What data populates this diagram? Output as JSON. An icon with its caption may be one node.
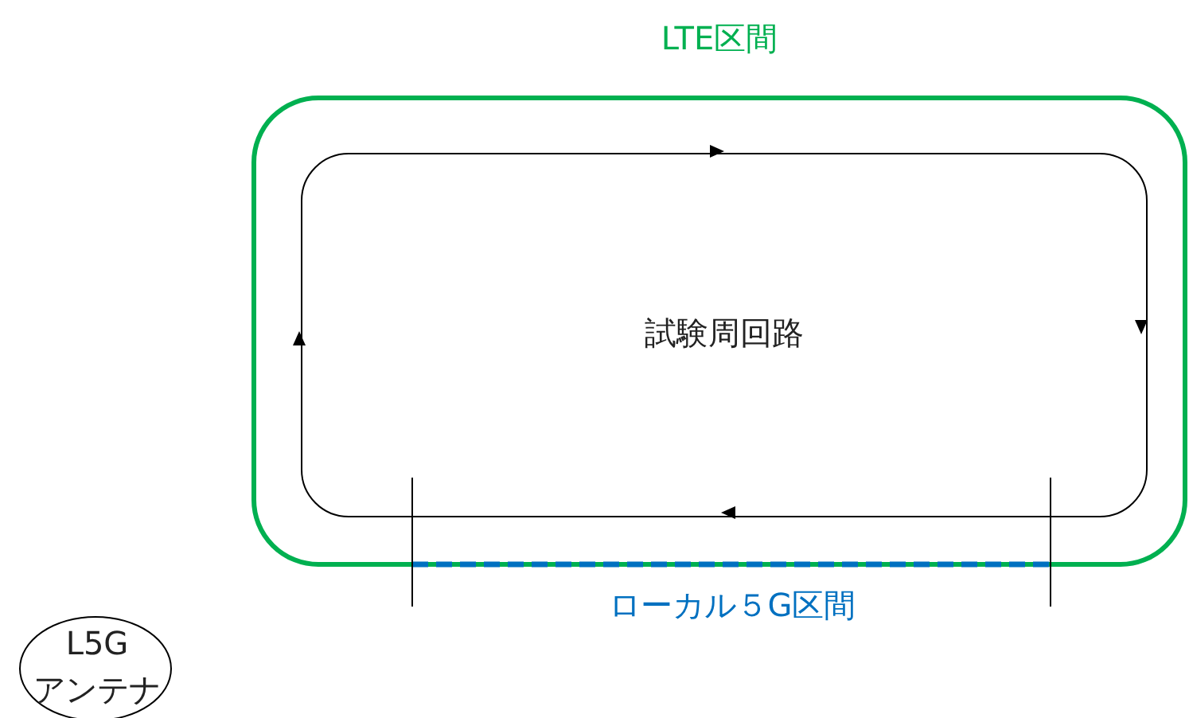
{
  "diagram": {
    "nodes": [
      {
        "text": [
          "LTE区間"
        ]
      },
      {
        "text": [
          "試験周回路"
        ],
        "in": 0
      },
      {
        "text": [
          "L5G アンテナ"
        ]
      }
    ],
    "labels": [
      "ローカル５G区間"
    ]
  }
}
